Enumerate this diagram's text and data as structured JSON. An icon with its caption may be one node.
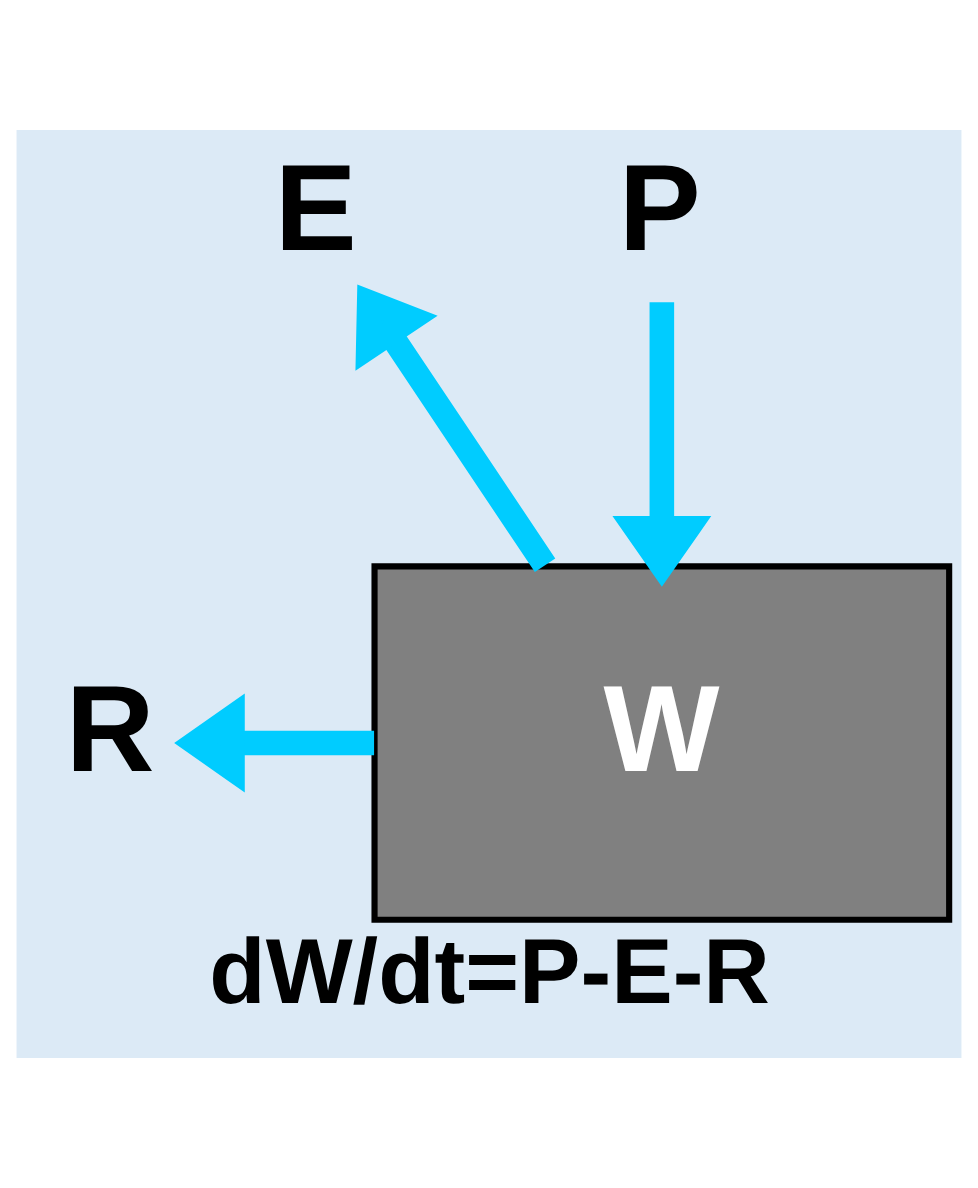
{
  "diagram": {
    "caption": "dW/dt=P-E-R",
    "nodes": [
      {
        "text": [
          "W"
        ]
      },
      {
        "text": [
          "P"
        ]
      },
      {
        "text": [
          "E"
        ]
      },
      {
        "text": [
          "R"
        ]
      }
    ],
    "edges": [
      {
        "from": 1,
        "to": 0,
        "arrow": "to"
      },
      {
        "from": 0,
        "to": 2,
        "arrow": "to"
      },
      {
        "from": 0,
        "to": 3,
        "arrow": "to"
      }
    ]
  }
}
